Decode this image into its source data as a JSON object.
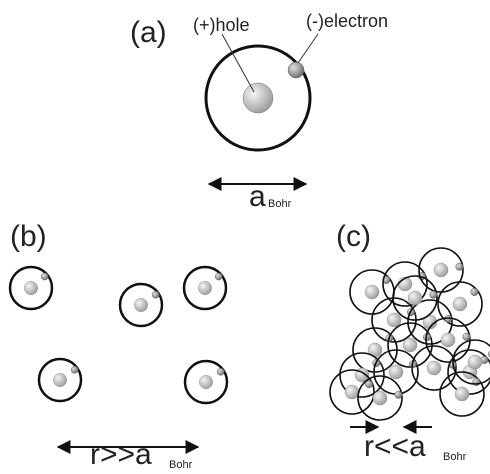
{
  "panels": {
    "a": {
      "label": "(a)",
      "hole_label": "(+)hole",
      "electron_label": "(-)electron",
      "distance_symbol": "a",
      "distance_subscript": "Bohr"
    },
    "b": {
      "label": "(b)",
      "distance_symbol": "r>>a",
      "distance_subscript": "Bohr"
    },
    "c": {
      "label": "(c)",
      "distance_symbol": "r<<a",
      "distance_subscript": "Bohr"
    }
  },
  "colors": {
    "ink": "#222222",
    "hole_fill": "#c8c8c8",
    "electron_fill": "#a0a0a0",
    "background": "#ffffff"
  }
}
